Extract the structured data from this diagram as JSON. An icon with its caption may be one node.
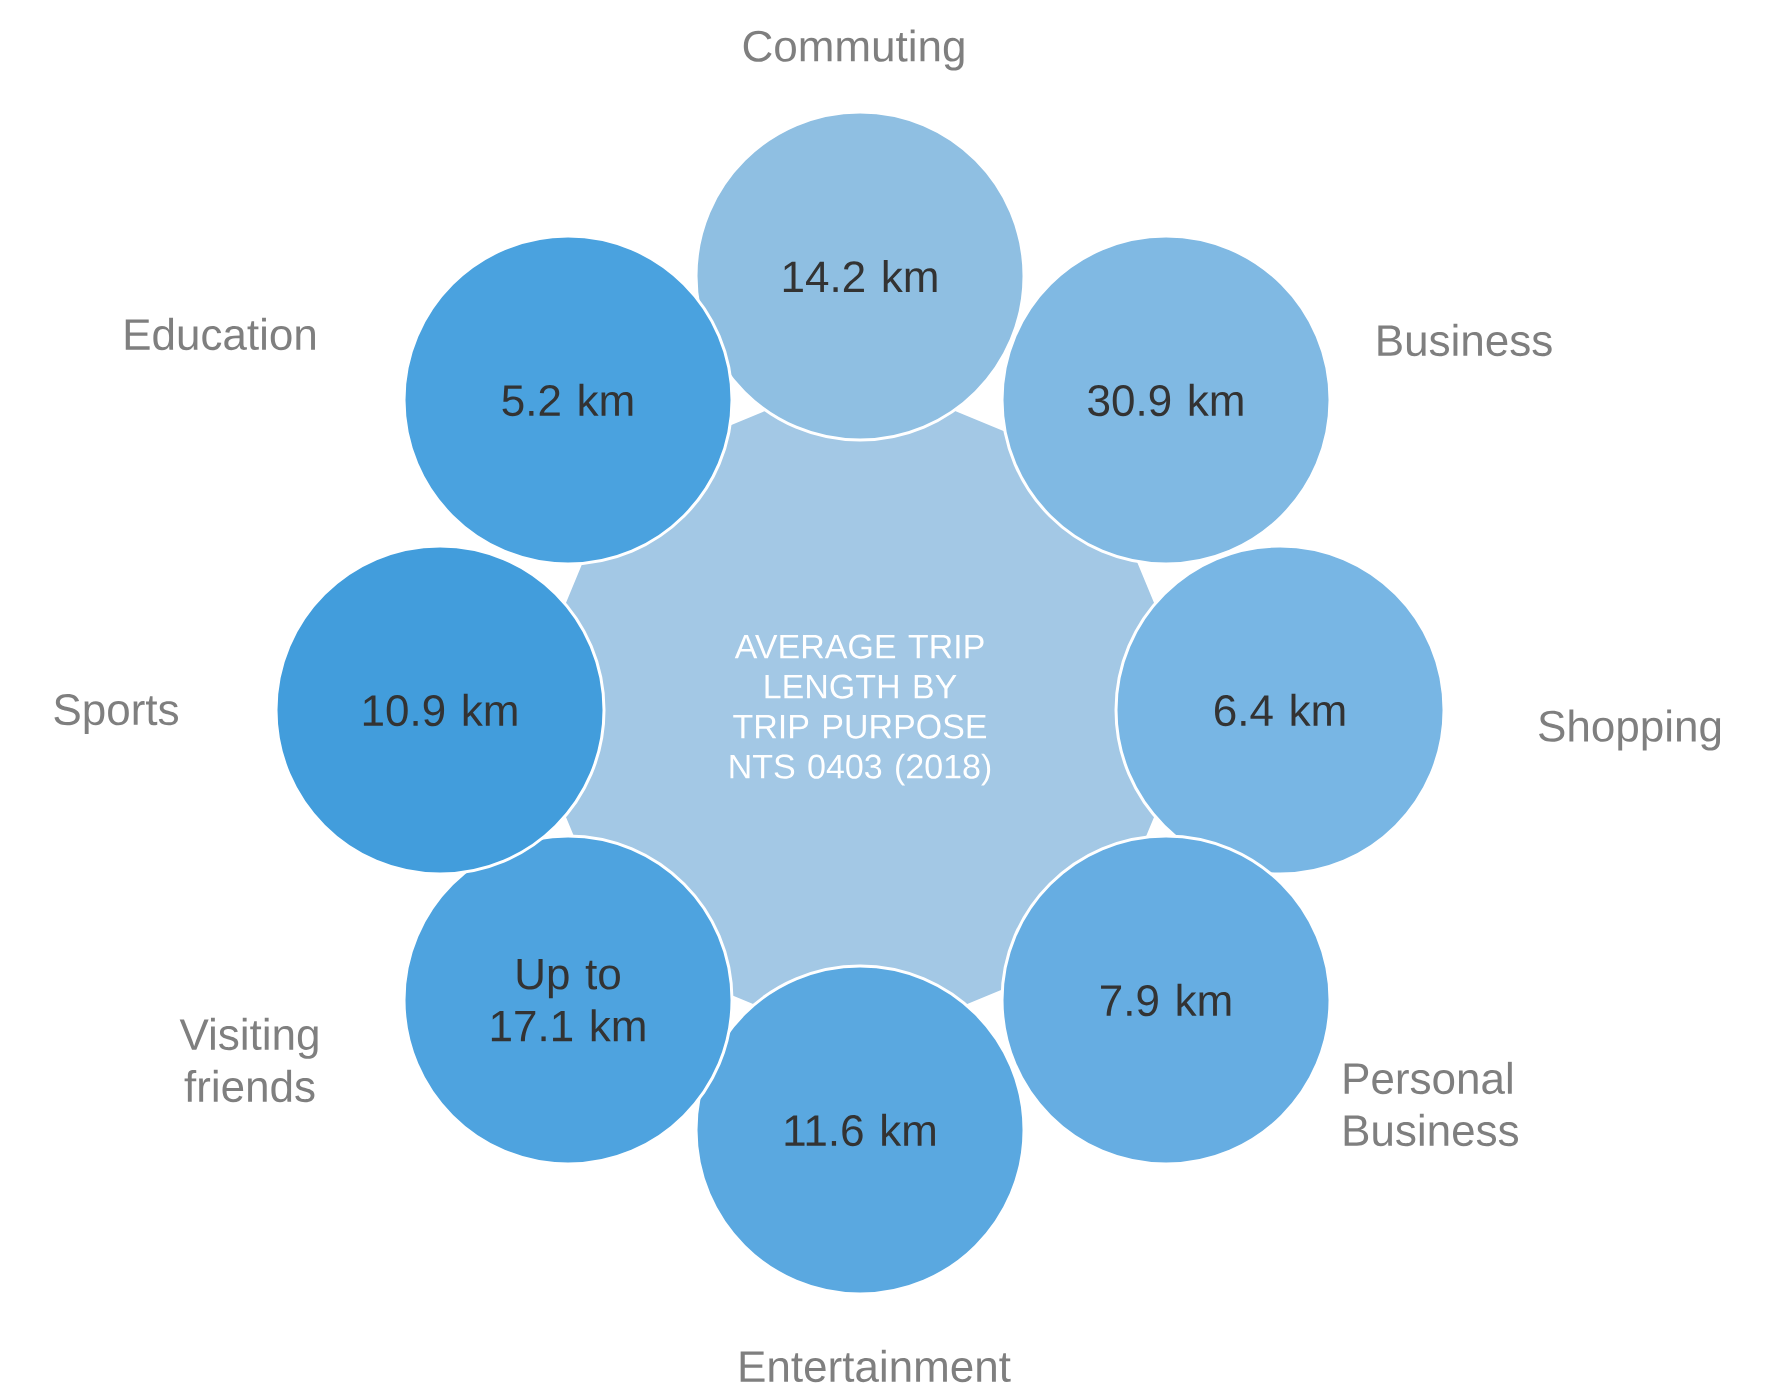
{
  "diagram": {
    "nodes": [
      {
        "text": [
          "AVERAGE TRIP LENGTH BY TRIP PURPOSE NTS 0403 (2018)"
        ]
      },
      {
        "text": [
          "14.2 km"
        ],
        "beside": [
          "Commuting"
        ]
      },
      {
        "text": [
          "30.9 km"
        ],
        "beside": [
          "Business"
        ]
      },
      {
        "text": [
          "6.4 km"
        ],
        "beside": [
          "Shopping"
        ]
      },
      {
        "text": [
          "7.9 km"
        ],
        "beside": [
          "Personal Business"
        ]
      },
      {
        "text": [
          "11.6 km"
        ],
        "beside": [
          "Entertainment"
        ]
      },
      {
        "text": [
          "Up to 17.1 km"
        ],
        "beside": [
          "Visiting friends"
        ]
      },
      {
        "text": [
          "10.9 km"
        ],
        "beside": [
          "Sports"
        ]
      },
      {
        "text": [
          "5.2 km"
        ],
        "beside": [
          "Education"
        ]
      }
    ]
  }
}
